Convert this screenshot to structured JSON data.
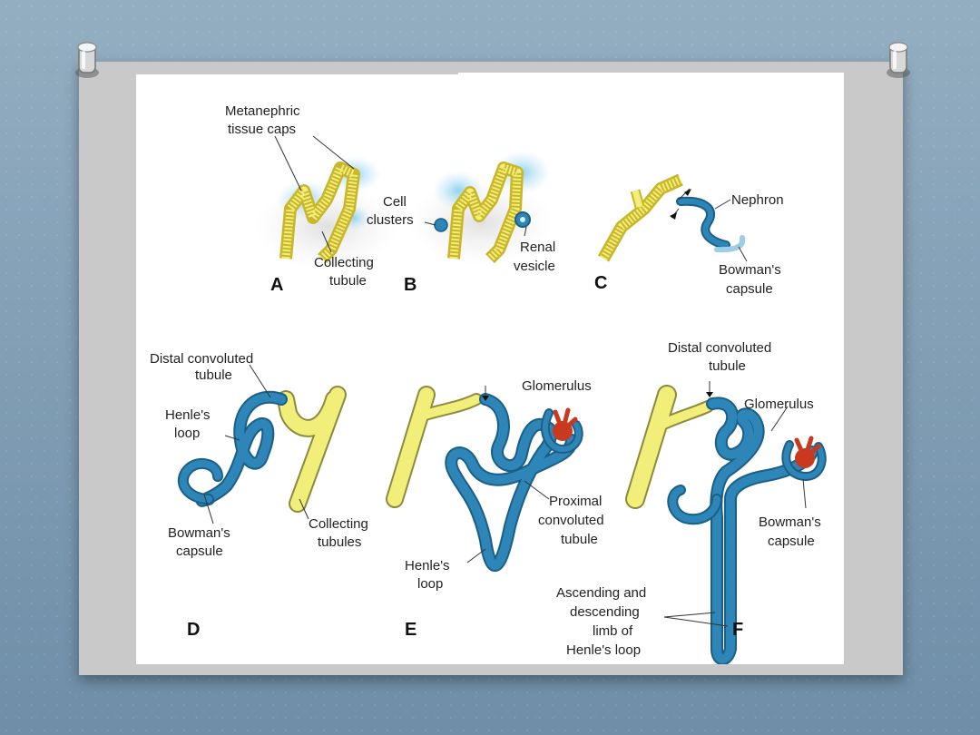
{
  "labels": {
    "a_metanephric_1": "Metanephric",
    "a_metanephric_2": "tissue caps",
    "a_collecting_1": "Collecting",
    "a_collecting_2": "tubule",
    "b_cell_1": "Cell",
    "b_cell_2": "clusters",
    "b_renal_1": "Renal",
    "b_renal_2": "vesicle",
    "c_nephron": "Nephron",
    "c_bowman_1": "Bowman's",
    "c_bowman_2": "capsule",
    "d_distal_1": "Distal convoluted",
    "d_distal_2": "tubule",
    "d_henle_1": "Henle's",
    "d_henle_2": "loop",
    "d_bowman_1": "Bowman's",
    "d_bowman_2": "capsule",
    "d_collecting_1": "Collecting",
    "d_collecting_2": "tubules",
    "e_glomerulus": "Glomerulus",
    "e_proximal_1": "Proximal",
    "e_proximal_2": "convoluted",
    "e_proximal_3": "tubule",
    "e_henle_1": "Henle's",
    "e_henle_2": "loop",
    "f_distal_1": "Distal convoluted",
    "f_distal_2": "tubule",
    "f_glomerulus": "Glomerulus",
    "f_bowman_1": "Bowman's",
    "f_bowman_2": "capsule",
    "f_limb_1": "Ascending and",
    "f_limb_2": "descending",
    "f_limb_3": "limb of",
    "f_limb_4": "Henle's loop"
  },
  "panels": [
    "A",
    "B",
    "C",
    "D",
    "E",
    "F"
  ],
  "colors": {
    "tubule_blue": "#2e86b8",
    "collecting_yellow": "#f2ee7a",
    "glomerulus_red": "#c8391f",
    "tissue_cap": "#9fd6ef"
  }
}
